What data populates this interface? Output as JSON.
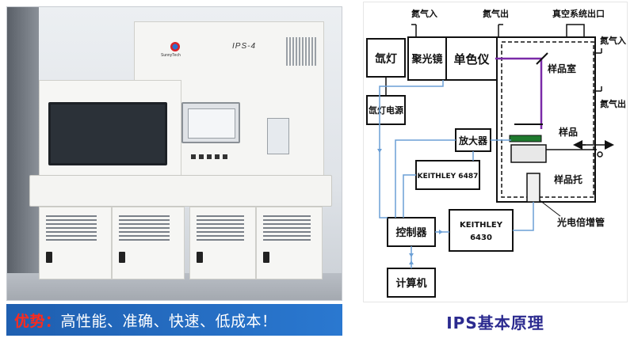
{
  "photo": {
    "logo_text": "SunnyTech",
    "model_label": "IPS-4"
  },
  "banner": {
    "lead": "优势：",
    "rest": "高性能、准确、快速、低成本！"
  },
  "diagram": {
    "top_labels": {
      "n2_in": "氮气入",
      "n2_out": "氮气出",
      "vacuum_out": "真空系统出口"
    },
    "side_labels": {
      "n2_in": "氮气入",
      "n2_out": "氮气出"
    },
    "boxes": {
      "xenon_lamp": "氙灯",
      "condenser": "聚光镜",
      "monochromator": "单色仪",
      "xenon_psu": "氙灯电源",
      "amplifier": "放大器",
      "keithley_6487": "KEITHLEY 6487",
      "controller": "控制器",
      "keithley_6430_line1": "KEITHLEY",
      "keithley_6430_line2": "6430",
      "computer": "计算机"
    },
    "chamber_labels": {
      "sample_chamber": "样品室",
      "sample": "样品",
      "sample_holder": "样品托",
      "pmt": "光电倍增管"
    },
    "colors": {
      "box_border": "#111111",
      "light_path": "#7a2aa8",
      "signal_line": "#6b9fd6"
    }
  },
  "caption": "IPS基本原理"
}
